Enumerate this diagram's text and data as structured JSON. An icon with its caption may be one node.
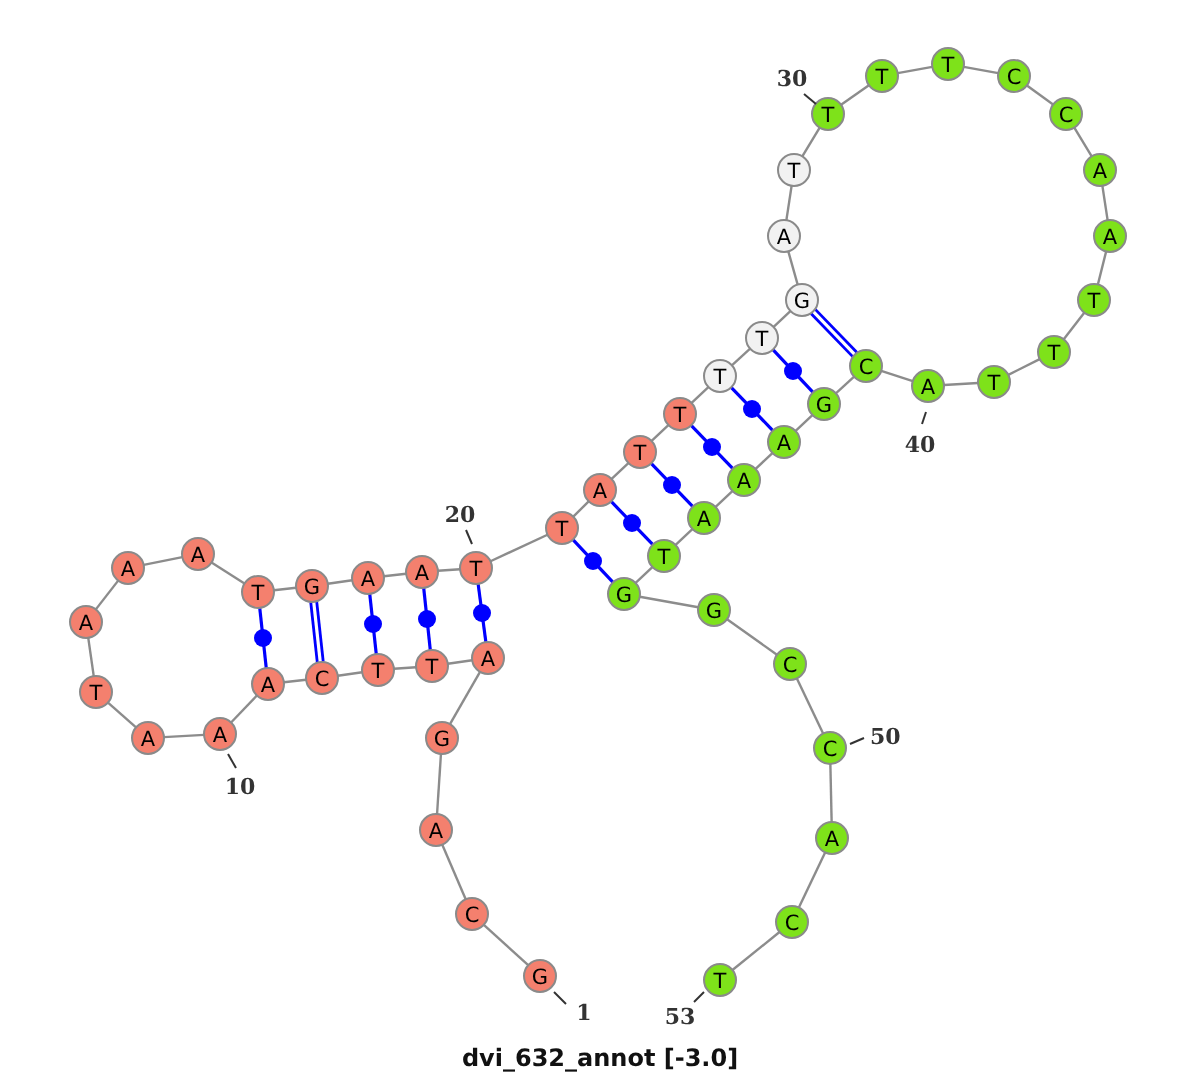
{
  "diagram": {
    "caption": "dvi_632_annot [-3.0]",
    "nodes": [
      {
        "text": [
          "G"
        ],
        "beside": [
          "1"
        ]
      },
      {
        "text": [
          "C"
        ]
      },
      {
        "text": [
          "A"
        ]
      },
      {
        "text": [
          "G"
        ]
      },
      {
        "text": [
          "A"
        ]
      },
      {
        "text": [
          "T"
        ]
      },
      {
        "text": [
          "T"
        ]
      },
      {
        "text": [
          "C"
        ]
      },
      {
        "text": [
          "A"
        ]
      },
      {
        "text": [
          "A"
        ],
        "beside": [
          "10"
        ]
      },
      {
        "text": [
          "A"
        ]
      },
      {
        "text": [
          "T"
        ]
      },
      {
        "text": [
          "A"
        ]
      },
      {
        "text": [
          "A"
        ]
      },
      {
        "text": [
          "A"
        ]
      },
      {
        "text": [
          "T"
        ]
      },
      {
        "text": [
          "G"
        ]
      },
      {
        "text": [
          "A"
        ]
      },
      {
        "text": [
          "A"
        ]
      },
      {
        "text": [
          "T"
        ],
        "beside": [
          "20"
        ]
      },
      {
        "text": [
          "T"
        ]
      },
      {
        "text": [
          "A"
        ]
      },
      {
        "text": [
          "T"
        ]
      },
      {
        "text": [
          "T"
        ]
      },
      {
        "text": [
          "T"
        ]
      },
      {
        "text": [
          "T"
        ]
      },
      {
        "text": [
          "G"
        ]
      },
      {
        "text": [
          "A"
        ]
      },
      {
        "text": [
          "T"
        ]
      },
      {
        "text": [
          "T"
        ],
        "beside": [
          "30"
        ]
      },
      {
        "text": [
          "T"
        ]
      },
      {
        "text": [
          "T"
        ]
      },
      {
        "text": [
          "C"
        ]
      },
      {
        "text": [
          "C"
        ]
      },
      {
        "text": [
          "A"
        ]
      },
      {
        "text": [
          "A"
        ]
      },
      {
        "text": [
          "T"
        ]
      },
      {
        "text": [
          "T"
        ]
      },
      {
        "text": [
          "T"
        ]
      },
      {
        "text": [
          "A"
        ],
        "beside": [
          "40"
        ]
      },
      {
        "text": [
          "C"
        ]
      },
      {
        "text": [
          "G"
        ]
      },
      {
        "text": [
          "A"
        ]
      },
      {
        "text": [
          "A"
        ]
      },
      {
        "text": [
          "A"
        ]
      },
      {
        "text": [
          "T"
        ]
      },
      {
        "text": [
          "G"
        ]
      },
      {
        "text": [
          "G"
        ]
      },
      {
        "text": [
          "C"
        ]
      },
      {
        "text": [
          "C"
        ],
        "beside": [
          "50"
        ]
      },
      {
        "text": [
          "A"
        ]
      },
      {
        "text": [
          "C"
        ]
      },
      {
        "text": [
          "T"
        ],
        "beside": [
          "53"
        ]
      }
    ],
    "edges": [
      {
        "from": 0,
        "to": 1,
        "arrow": "none"
      },
      {
        "from": 1,
        "to": 2,
        "arrow": "none"
      },
      {
        "from": 2,
        "to": 3,
        "arrow": "none"
      },
      {
        "from": 3,
        "to": 4,
        "arrow": "none"
      },
      {
        "from": 4,
        "to": 5,
        "arrow": "none"
      },
      {
        "from": 5,
        "to": 6,
        "arrow": "none"
      },
      {
        "from": 6,
        "to": 7,
        "arrow": "none"
      },
      {
        "from": 7,
        "to": 8,
        "arrow": "none"
      },
      {
        "from": 8,
        "to": 9,
        "arrow": "none"
      },
      {
        "from": 9,
        "to": 10,
        "arrow": "none"
      },
      {
        "from": 10,
        "to": 11,
        "arrow": "none"
      },
      {
        "from": 11,
        "to": 12,
        "arrow": "none"
      },
      {
        "from": 12,
        "to": 13,
        "arrow": "none"
      },
      {
        "from": 13,
        "to": 14,
        "arrow": "none"
      },
      {
        "from": 14,
        "to": 15,
        "arrow": "none"
      },
      {
        "from": 15,
        "to": 16,
        "arrow": "none"
      },
      {
        "from": 16,
        "to": 17,
        "arrow": "none"
      },
      {
        "from": 17,
        "to": 18,
        "arrow": "none"
      },
      {
        "from": 18,
        "to": 19,
        "arrow": "none"
      },
      {
        "from": 19,
        "to": 20,
        "arrow": "none"
      },
      {
        "from": 20,
        "to": 21,
        "arrow": "none"
      },
      {
        "from": 21,
        "to": 22,
        "arrow": "none"
      },
      {
        "from": 22,
        "to": 23,
        "arrow": "none"
      },
      {
        "from": 23,
        "to": 24,
        "arrow": "none"
      },
      {
        "from": 24,
        "to": 25,
        "arrow": "none"
      },
      {
        "from": 25,
        "to": 26,
        "arrow": "none"
      },
      {
        "from": 26,
        "to": 27,
        "arrow": "none"
      },
      {
        "from": 27,
        "to": 28,
        "arrow": "none"
      },
      {
        "from": 28,
        "to": 29,
        "arrow": "none"
      },
      {
        "from": 29,
        "to": 30,
        "arrow": "none"
      },
      {
        "from": 30,
        "to": 31,
        "arrow": "none"
      },
      {
        "from": 31,
        "to": 32,
        "arrow": "none"
      },
      {
        "from": 32,
        "to": 33,
        "arrow": "none"
      },
      {
        "from": 33,
        "to": 34,
        "arrow": "none"
      },
      {
        "from": 34,
        "to": 35,
        "arrow": "none"
      },
      {
        "from": 35,
        "to": 36,
        "arrow": "none"
      },
      {
        "from": 36,
        "to": 37,
        "arrow": "none"
      },
      {
        "from": 37,
        "to": 38,
        "arrow": "none"
      },
      {
        "from": 38,
        "to": 39,
        "arrow": "none"
      },
      {
        "from": 39,
        "to": 40,
        "arrow": "none"
      },
      {
        "from": 40,
        "to": 41,
        "arrow": "none"
      },
      {
        "from": 41,
        "to": 42,
        "arrow": "none"
      },
      {
        "from": 42,
        "to": 43,
        "arrow": "none"
      },
      {
        "from": 43,
        "to": 44,
        "arrow": "none"
      },
      {
        "from": 44,
        "to": 45,
        "arrow": "none"
      },
      {
        "from": 45,
        "to": 46,
        "arrow": "none"
      },
      {
        "from": 46,
        "to": 47,
        "arrow": "none"
      },
      {
        "from": 47,
        "to": 48,
        "arrow": "none"
      },
      {
        "from": 48,
        "to": 49,
        "arrow": "none"
      },
      {
        "from": 49,
        "to": 50,
        "arrow": "none"
      },
      {
        "from": 50,
        "to": 51,
        "arrow": "none"
      },
      {
        "from": 51,
        "to": 52,
        "arrow": "none"
      },
      {
        "from": 15,
        "to": 8,
        "arrow": "none",
        "color": "#0000ff"
      },
      {
        "from": 16,
        "to": 7,
        "arrow": "none",
        "style": "thick",
        "color": "#0000ff"
      },
      {
        "from": 17,
        "to": 6,
        "arrow": "none",
        "color": "#0000ff"
      },
      {
        "from": 18,
        "to": 5,
        "arrow": "none",
        "color": "#0000ff"
      },
      {
        "from": 19,
        "to": 4,
        "arrow": "none",
        "color": "#0000ff"
      },
      {
        "from": 20,
        "to": 46,
        "arrow": "none",
        "color": "#0000ff"
      },
      {
        "from": 21,
        "to": 45,
        "arrow": "none",
        "color": "#0000ff"
      },
      {
        "from": 22,
        "to": 44,
        "arrow": "none",
        "color": "#0000ff"
      },
      {
        "from": 23,
        "to": 43,
        "arrow": "none",
        "color": "#0000ff"
      },
      {
        "from": 24,
        "to": 42,
        "arrow": "none",
        "color": "#0000ff"
      },
      {
        "from": 25,
        "to": 41,
        "arrow": "none",
        "color": "#0000ff"
      },
      {
        "from": 26,
        "to": 40,
        "arrow": "none",
        "style": "thick",
        "color": "#0000ff"
      }
    ]
  }
}
